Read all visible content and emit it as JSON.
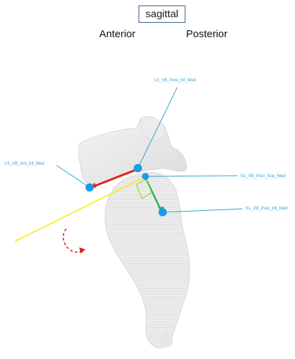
{
  "view": {
    "title": "sagittal"
  },
  "directions": {
    "anterior": "Anterior",
    "posterior": "Posterior"
  },
  "landmarks": [
    {
      "id": "l5_post_inf",
      "label": "L5_VB_Post_Inf_Med"
    },
    {
      "id": "l5_ant_inf",
      "label": "L5_VB_Ant_Inf_Med"
    },
    {
      "id": "s1_post_sup",
      "label": "S1_VB_Post_Sup_Med"
    },
    {
      "id": "s1_post_inf",
      "label": "S1_VB_Post_Inf_Med"
    }
  ],
  "colors": {
    "landmark": "#1e9be8",
    "label_text": "#2aa0d8",
    "l5_endplate": "#e02020",
    "s1_wall": "#22b24c",
    "slope_line": "#f3ec1f",
    "rotation_arrow": "#e02020",
    "angle_box": "#8fdc3a"
  }
}
